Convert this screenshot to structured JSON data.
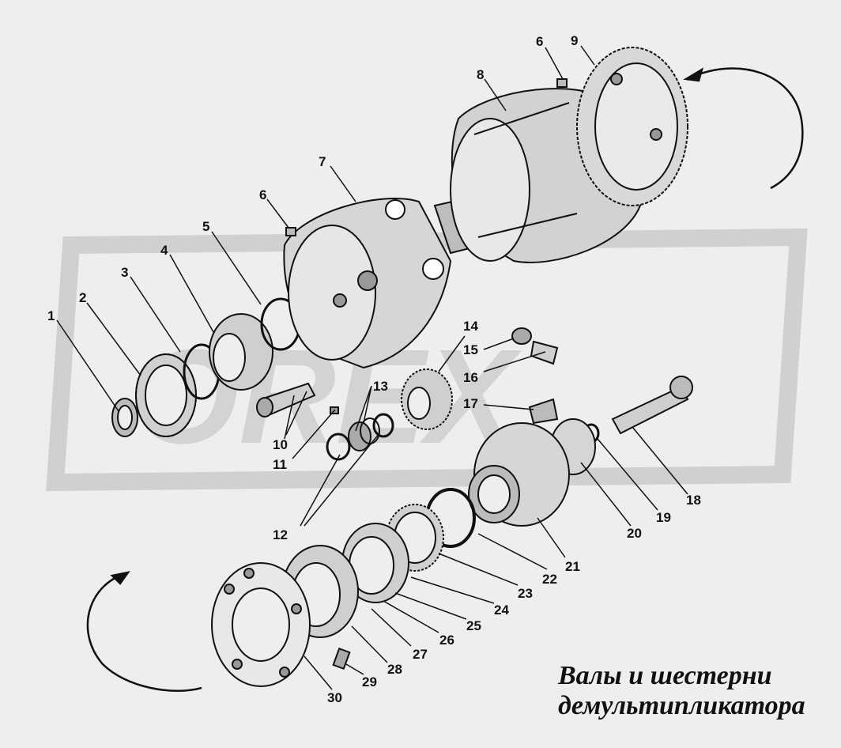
{
  "caption": {
    "line1": "Валы и шестерни",
    "line2": "демультипликатора"
  },
  "watermark": {
    "text": "OREX",
    "color": "#c8c8c8"
  },
  "colors": {
    "ink": "#111111",
    "paper": "#eeeeee",
    "metal": "#dcdcdc",
    "shade": "#9a9a9a"
  },
  "callouts": [
    {
      "id": "1",
      "label": "1"
    },
    {
      "id": "2",
      "label": "2"
    },
    {
      "id": "3",
      "label": "3"
    },
    {
      "id": "4",
      "label": "4"
    },
    {
      "id": "5",
      "label": "5"
    },
    {
      "id": "6a",
      "label": "6"
    },
    {
      "id": "6b",
      "label": "6"
    },
    {
      "id": "7",
      "label": "7"
    },
    {
      "id": "8",
      "label": "8"
    },
    {
      "id": "9",
      "label": "9"
    },
    {
      "id": "10",
      "label": "10"
    },
    {
      "id": "11",
      "label": "11"
    },
    {
      "id": "12",
      "label": "12"
    },
    {
      "id": "13",
      "label": "13"
    },
    {
      "id": "14",
      "label": "14"
    },
    {
      "id": "15",
      "label": "15"
    },
    {
      "id": "16",
      "label": "16"
    },
    {
      "id": "17",
      "label": "17"
    },
    {
      "id": "18",
      "label": "18"
    },
    {
      "id": "19",
      "label": "19"
    },
    {
      "id": "20",
      "label": "20"
    },
    {
      "id": "21",
      "label": "21"
    },
    {
      "id": "22",
      "label": "22"
    },
    {
      "id": "23",
      "label": "23"
    },
    {
      "id": "24",
      "label": "24"
    },
    {
      "id": "25",
      "label": "25"
    },
    {
      "id": "26",
      "label": "26"
    },
    {
      "id": "27",
      "label": "27"
    },
    {
      "id": "28",
      "label": "28"
    },
    {
      "id": "29",
      "label": "29"
    },
    {
      "id": "30",
      "label": "30"
    }
  ]
}
